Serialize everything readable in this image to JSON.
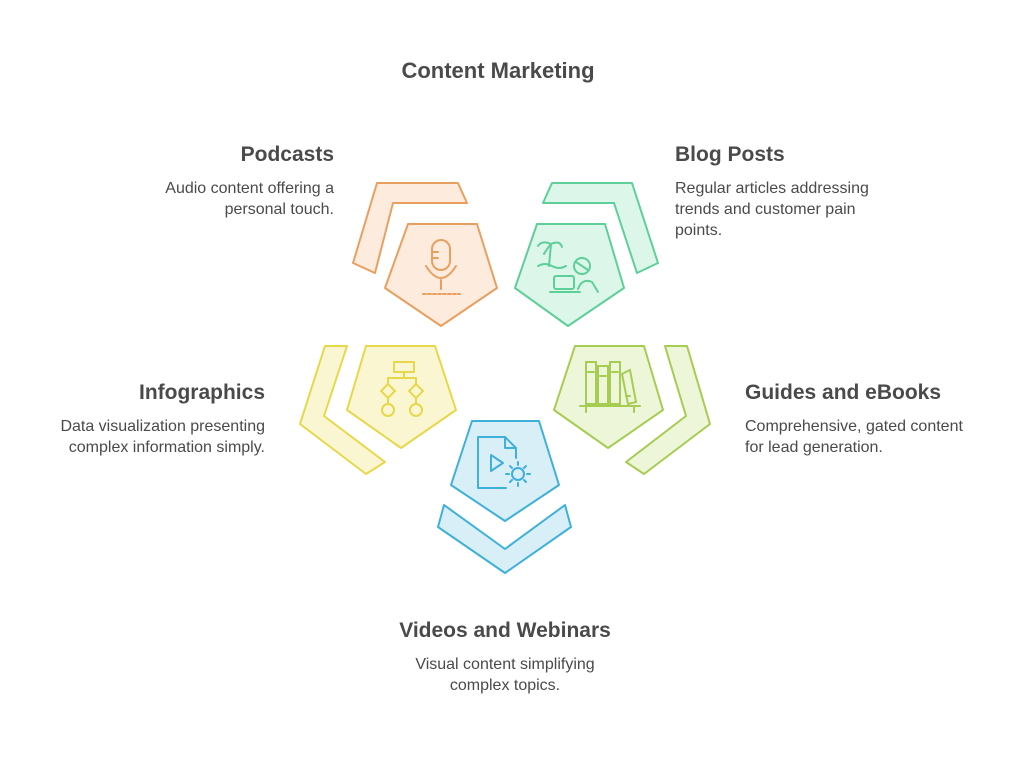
{
  "title": "Content Marketing",
  "sections": {
    "podcasts": {
      "heading": "Podcasts",
      "description_lines": [
        "Audio content offering a",
        "personal touch."
      ],
      "color": "#E8A060",
      "fill": "#FDEBDD",
      "icon": "microphone-icon"
    },
    "blog_posts": {
      "heading": "Blog Posts",
      "description_lines": [
        "Regular articles addressing",
        "trends and customer pain",
        "points."
      ],
      "color": "#5FCF9A",
      "fill": "#DDF6EA",
      "icon": "remote-work-laptop-icon"
    },
    "infographics": {
      "heading": "Infographics",
      "description_lines": [
        "Data visualization presenting",
        "complex information simply."
      ],
      "color": "#E6D84A",
      "fill": "#FAF6D2",
      "icon": "flowchart-icon"
    },
    "guides_ebooks": {
      "heading": "Guides and eBooks",
      "description_lines": [
        "Comprehensive, gated content",
        "for lead generation."
      ],
      "color": "#A6CC52",
      "fill": "#EEF6D9",
      "icon": "bookshelf-icon"
    },
    "videos_webinars": {
      "heading": "Videos and Webinars",
      "description_lines": [
        "Visual content simplifying",
        "complex topics."
      ],
      "color": "#3FB0DA",
      "fill": "#D8EFF8",
      "icon": "video-file-gear-icon"
    }
  }
}
